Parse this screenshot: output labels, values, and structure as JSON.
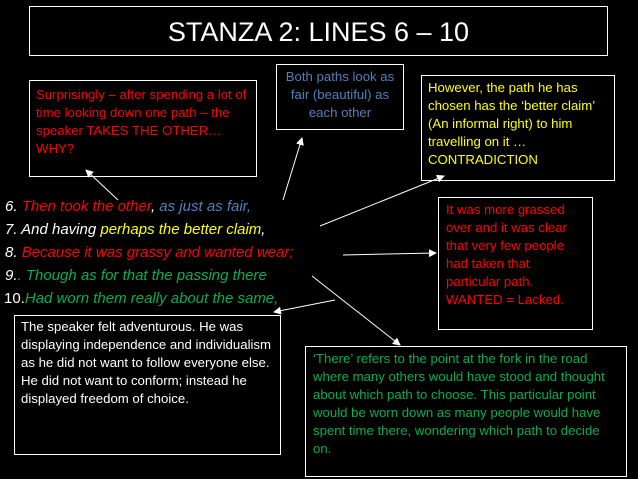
{
  "title": "STANZA 2: LINES 6 – 10",
  "boxes": {
    "surprise": "Surprisingly – after spending a lot of time looking down one path – the speaker TAKES THE OTHER… WHY?",
    "fair": "Both paths look as fair (beautiful) as each other",
    "however": "However, the path he has chosen has the ‘better claim’ (An informal right) to him travelling on it … CONTRADICTION",
    "grassed": "It was more grassed over and it was clear that very few people had taken that particular path. WANTED = Lacked.",
    "adventurous": "The speaker felt adventurous. He was displaying independence and individualism as he did not want to follow everyone else. He did not want to conform; instead he displayed freedom of choice.",
    "there": "‘There’ refers to the point at the fork in the road where many others would have stood and thought about which path to choose. This particular point would be worn down as many people would have spent time there, wondering which path to decide on."
  },
  "poem": {
    "l6": {
      "num": "6.",
      "a": "Then took the other",
      "comma": ",",
      "b": "as just as fair,"
    },
    "l7": {
      "num": "7.",
      "a": "And having",
      "b": "perhaps the better claim",
      "c": ","
    },
    "l8": {
      "num": "8.",
      "a": "Because it was grassy and wanted wear;"
    },
    "l9": {
      "num": "9.",
      "a": ". Though as for that the passing there"
    },
    "l10": {
      "num": "10.",
      "a": "Had worn them really about the same,"
    }
  },
  "colors": {
    "background": "#000000",
    "text": "#ffffff",
    "red": "#ff0000",
    "blue": "#4f81bd",
    "yellow": "#ffff00",
    "green": "#00b050"
  }
}
